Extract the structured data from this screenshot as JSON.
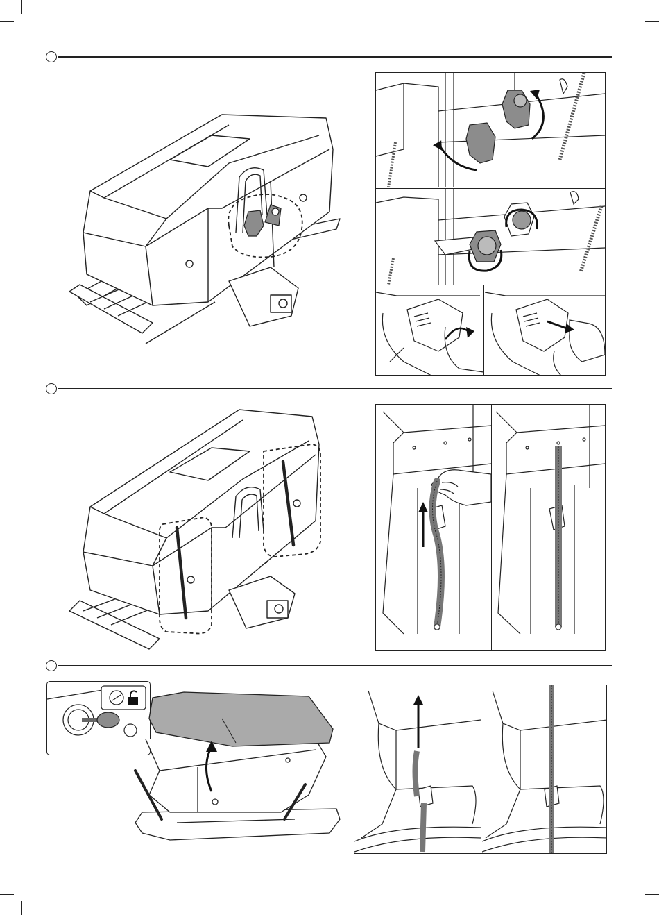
{
  "page": {
    "background": "#ffffff",
    "line_color": "#222222",
    "accent_fill": "#8c8c8c"
  },
  "steps": [
    {
      "id": "step-1",
      "label": ""
    },
    {
      "id": "step-2",
      "label": ""
    },
    {
      "id": "step-3",
      "label": ""
    }
  ],
  "icons": {
    "arrow": "curved-arrow-icon",
    "lock": "lock-key-icon",
    "unlock": "unlock-padlock-icon",
    "hand": "hand-icon",
    "strap": "strap-icon"
  }
}
